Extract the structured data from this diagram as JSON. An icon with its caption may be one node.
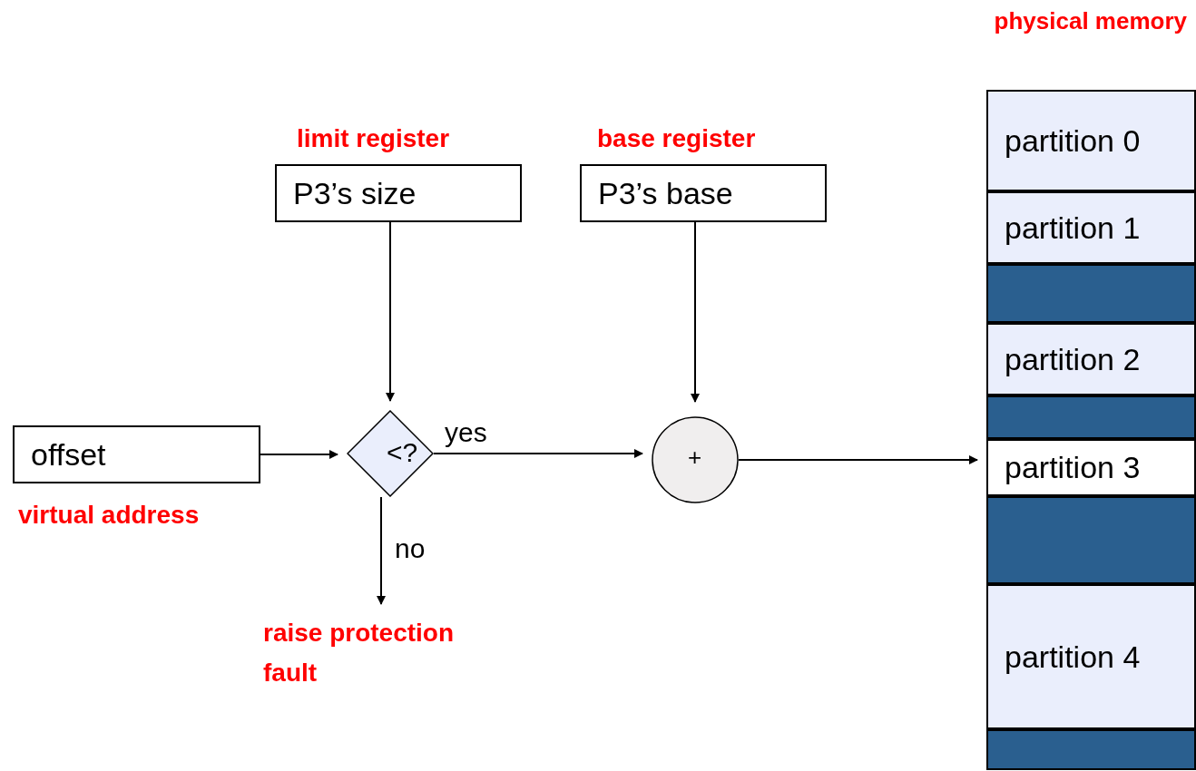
{
  "diagram": {
    "nodes": [
      {
        "text": [
          "P3’s size"
        ],
        "beside": [
          "limit register"
        ]
      },
      {
        "text": [
          "P3’s base"
        ],
        "beside": [
          "base register"
        ]
      },
      {
        "text": [
          "offset"
        ],
        "beside": [
          "virtual address"
        ]
      },
      {
        "text": [
          "<?"
        ]
      },
      {
        "text": [
          "+"
        ]
      },
      {
        "text": [
          "raise protection fault"
        ]
      },
      {
        "text": [
          "physical memory"
        ]
      },
      {
        "text": [
          "partition 0"
        ],
        "in": 6
      },
      {
        "text": [
          "partition 1"
        ],
        "in": 6
      },
      {
        "text": [],
        "shape": "box",
        "in": 6
      },
      {
        "text": [
          "partition 2"
        ],
        "in": 6
      },
      {
        "text": [],
        "shape": "box",
        "in": 6
      },
      {
        "text": [
          "partition 3"
        ],
        "in": 6
      },
      {
        "text": [],
        "shape": "box",
        "in": 6
      },
      {
        "text": [
          "partition 4"
        ],
        "in": 6
      },
      {
        "text": [],
        "shape": "box",
        "in": 6
      }
    ],
    "edges": [
      {
        "from": 0,
        "to": 3,
        "arrow": "to"
      },
      {
        "from": 1,
        "to": 4,
        "arrow": "to"
      },
      {
        "from": 2,
        "to": 3,
        "arrow": "to"
      },
      {
        "from": 3,
        "to": 4,
        "arrow": "to",
        "label": "yes"
      },
      {
        "from": 3,
        "to": 5,
        "arrow": "to",
        "label": "no"
      },
      {
        "from": 4,
        "to": 12,
        "arrow": "to"
      }
    ]
  }
}
